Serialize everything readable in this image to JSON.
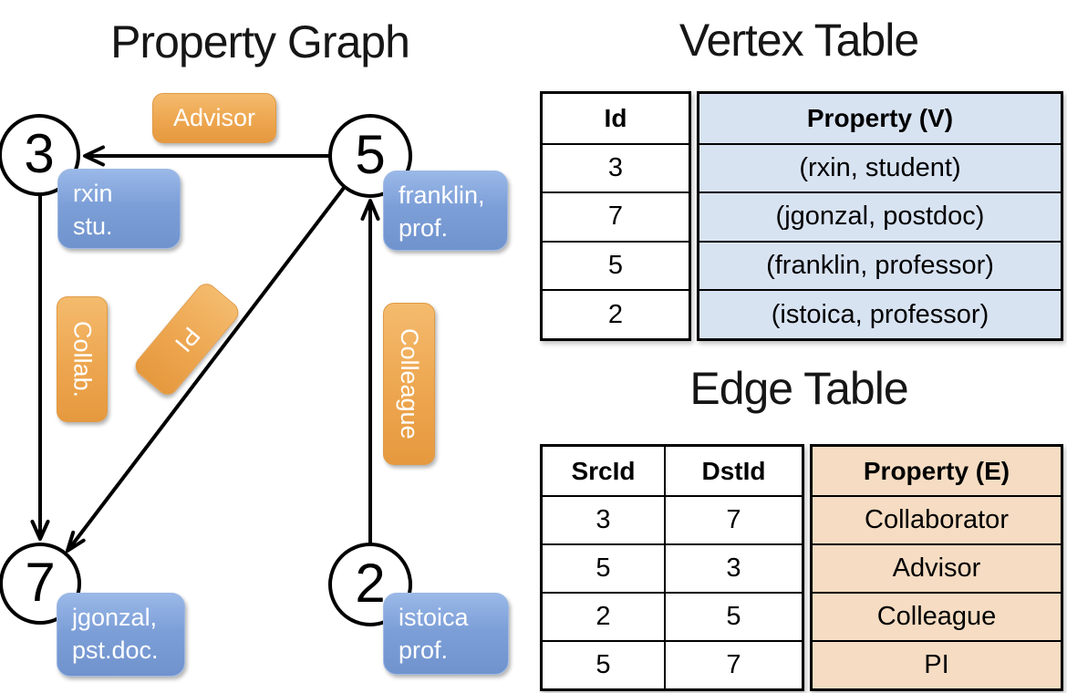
{
  "graph": {
    "title": "Property Graph",
    "nodes": [
      {
        "id": "3",
        "property": [
          "rxin",
          "stu."
        ]
      },
      {
        "id": "5",
        "property": [
          "franklin,",
          "prof."
        ]
      },
      {
        "id": "7",
        "property": [
          "jgonzal,",
          "pst.doc."
        ]
      },
      {
        "id": "2",
        "property": [
          "istoica",
          "prof."
        ]
      }
    ],
    "edges": [
      {
        "src": "5",
        "dst": "3",
        "label": "Advisor"
      },
      {
        "src": "3",
        "dst": "7",
        "label": "Collab."
      },
      {
        "src": "5",
        "dst": "7",
        "label": "PI"
      },
      {
        "src": "2",
        "dst": "5",
        "label": "Colleague"
      }
    ]
  },
  "vertex_table": {
    "title": "Vertex Table",
    "columns": {
      "id": "Id",
      "property": "Property (V)"
    },
    "rows": [
      {
        "id": "3",
        "property": "(rxin, student)"
      },
      {
        "id": "7",
        "property": "(jgonzal, postdoc)"
      },
      {
        "id": "5",
        "property": "(franklin, professor)"
      },
      {
        "id": "2",
        "property": "(istoica, professor)"
      }
    ]
  },
  "edge_table": {
    "title": "Edge Table",
    "columns": {
      "src": "SrcId",
      "dst": "DstId",
      "property": "Property (E)"
    },
    "rows": [
      {
        "src": "3",
        "dst": "7",
        "property": "Collaborator"
      },
      {
        "src": "5",
        "dst": "3",
        "property": "Advisor"
      },
      {
        "src": "2",
        "dst": "5",
        "property": "Colleague"
      },
      {
        "src": "5",
        "dst": "7",
        "property": "PI"
      }
    ]
  },
  "colors": {
    "vertex_box_blue": "#7d9fd8",
    "edge_label_orange": "#eda64f",
    "vertex_table_fill": "#d8e3f2",
    "edge_table_fill": "#f5dcc2",
    "line_black": "#000000"
  }
}
